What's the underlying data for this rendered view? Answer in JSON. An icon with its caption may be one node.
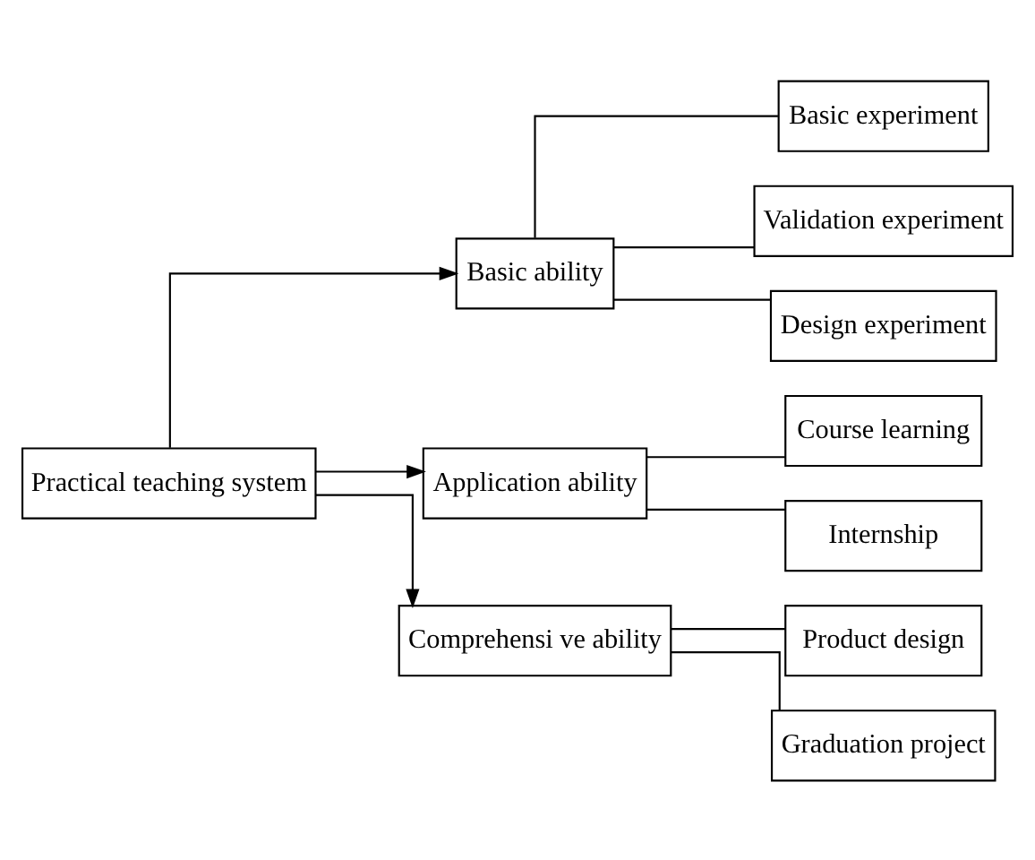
{
  "diagram": {
    "nodes": [
      {
        "text": [
          "Practical teaching system"
        ]
      },
      {
        "text": [
          "Basic ability"
        ]
      },
      {
        "text": [
          "Application ability"
        ]
      },
      {
        "text": [
          "Comprehensi ve ability"
        ]
      },
      {
        "text": [
          "Basic experiment"
        ]
      },
      {
        "text": [
          "Validation experiment"
        ]
      },
      {
        "text": [
          "Design experiment"
        ]
      },
      {
        "text": [
          "Course learning"
        ]
      },
      {
        "text": [
          "Internship"
        ]
      },
      {
        "text": [
          "Product design"
        ]
      },
      {
        "text": [
          "Graduation project"
        ]
      }
    ],
    "edges": [
      {
        "from": 0,
        "to": 1,
        "arrow": "to"
      },
      {
        "from": 0,
        "to": 2,
        "arrow": "to"
      },
      {
        "from": 0,
        "to": 3,
        "arrow": "to"
      },
      {
        "from": 1,
        "to": 4,
        "arrow": "none"
      },
      {
        "from": 1,
        "to": 5,
        "arrow": "none"
      },
      {
        "from": 1,
        "to": 6,
        "arrow": "none"
      },
      {
        "from": 2,
        "to": 7,
        "arrow": "none"
      },
      {
        "from": 2,
        "to": 8,
        "arrow": "none"
      },
      {
        "from": 3,
        "to": 9,
        "arrow": "none"
      },
      {
        "from": 3,
        "to": 10,
        "arrow": "none"
      }
    ]
  }
}
